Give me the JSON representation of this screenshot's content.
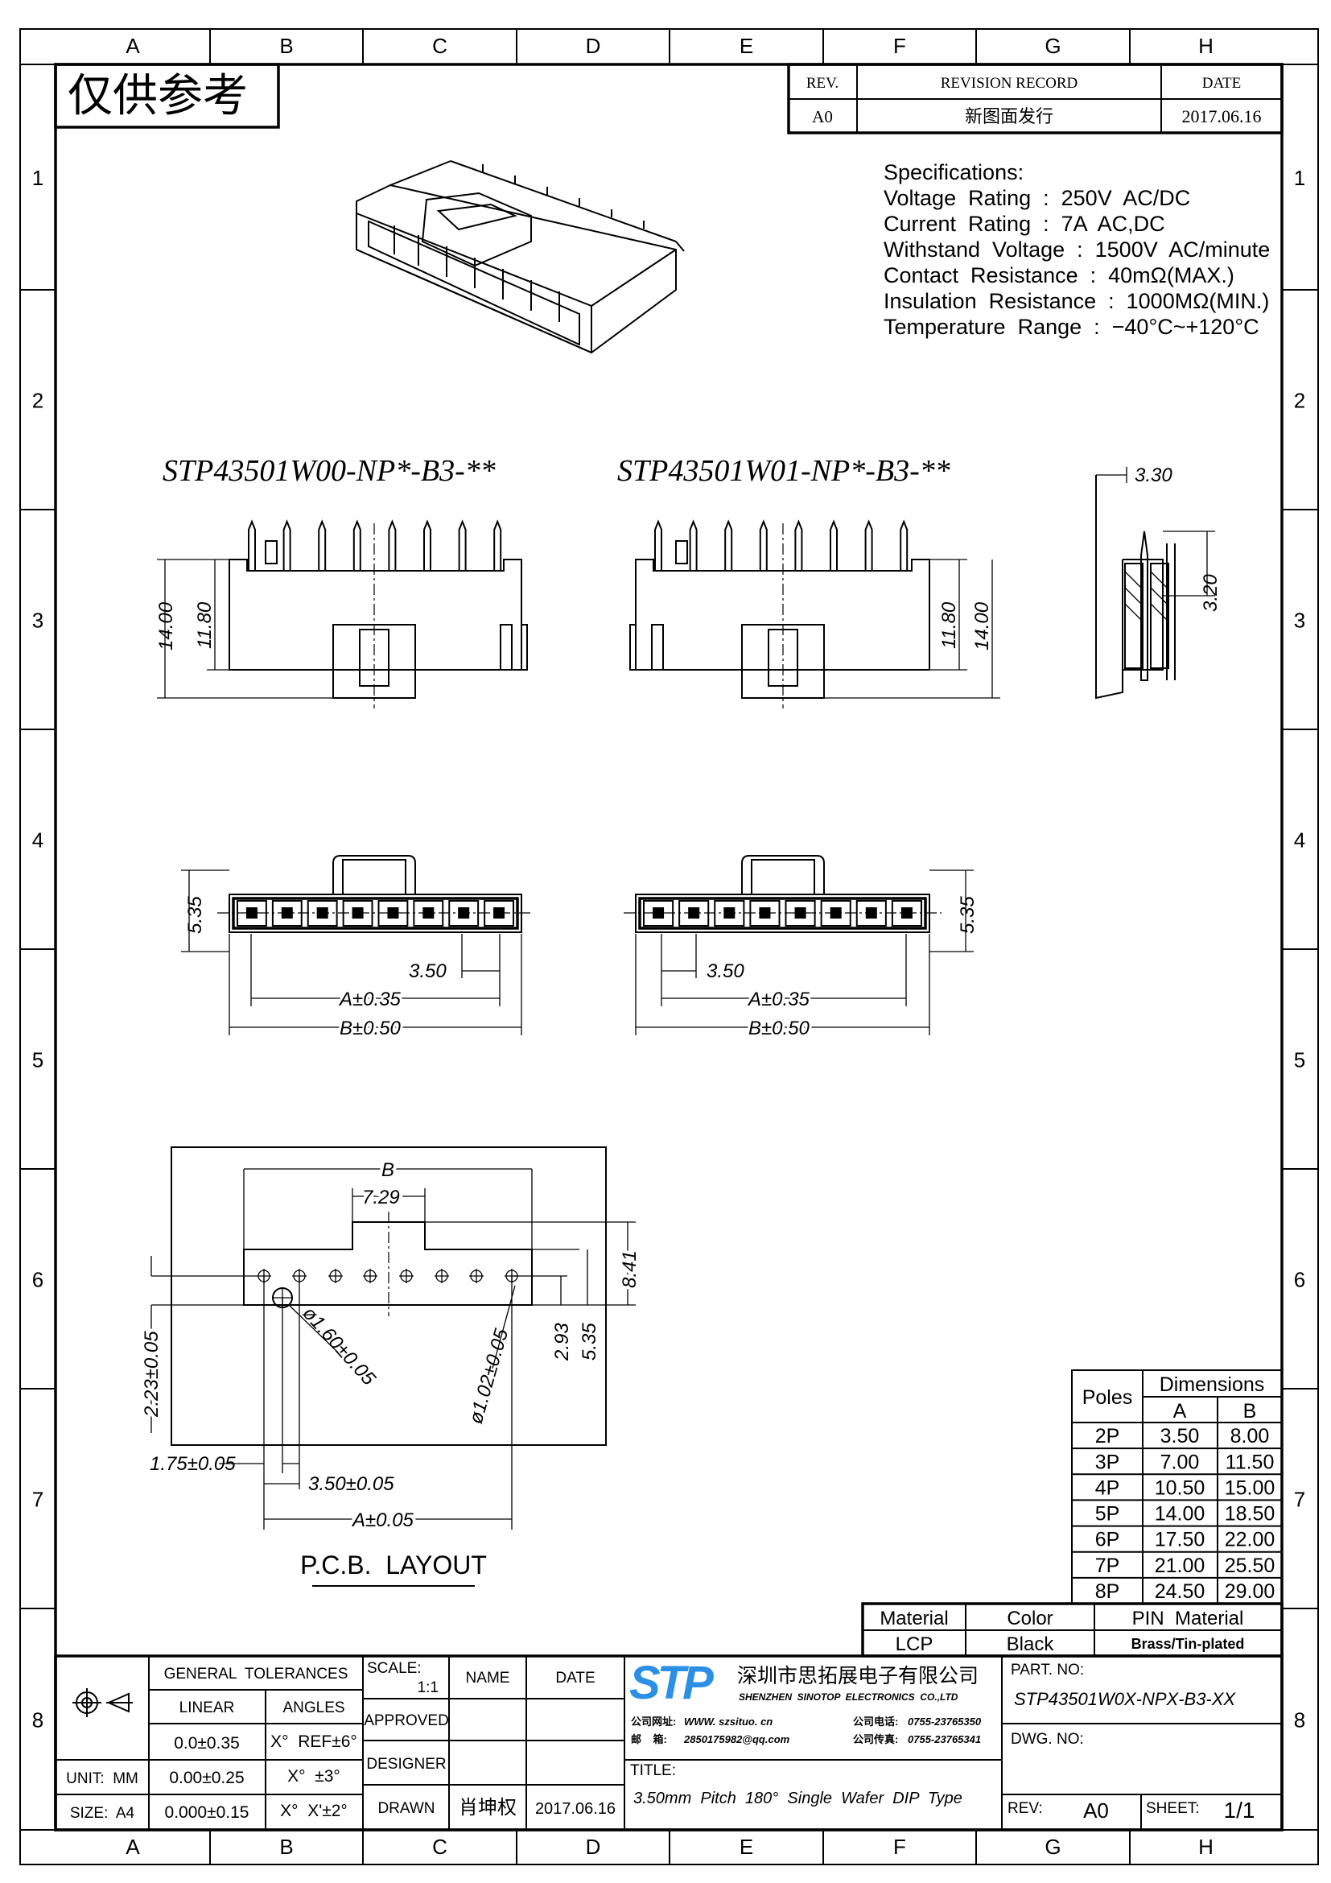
{
  "frame": {
    "columns": [
      "A",
      "B",
      "C",
      "D",
      "E",
      "F",
      "G",
      "H"
    ],
    "rows": [
      "1",
      "2",
      "3",
      "4",
      "5",
      "6",
      "7",
      "8"
    ]
  },
  "stamp": "仅供参考",
  "revision": {
    "headers": [
      "REV.",
      "REVISION RECORD",
      "DATE"
    ],
    "row": [
      "A0",
      "新图面发行",
      "2017.06.16"
    ]
  },
  "specs": [
    "Specifications:",
    "Voltage  Rating  :  250V  AC/DC",
    "Current  Rating  :  7A  AC,DC",
    "Withstand  Voltage  :  1500V  AC/minute",
    "Contact  Resistance  :  40mΩ(MAX.)",
    "Insulation  Resistance  :  1000MΩ(MIN.)",
    "Temperature  Range  :  −40°C~+120°C"
  ],
  "views": {
    "left_title": "STP43501W00-NP*-B3-**",
    "right_title": "STP43501W01-NP*-B3-**",
    "dim_14": "14.00",
    "dim_1180": "11.80",
    "side_330": "3.30",
    "side_320": "3.20",
    "dim_535": "5.35",
    "dim_350": "3.50",
    "dim_a": "A±0.35",
    "dim_b": "B±0.50"
  },
  "pcb": {
    "b": "B",
    "d729": "7.29",
    "d841": "8.41",
    "d535": "5.35",
    "d293": "2.93",
    "d223": "2.23±0.05",
    "hole_big": "ø1.60±0.05",
    "hole_small": "ø1.02±0.05",
    "d175": "1.75±0.05",
    "d350": "3.50±0.05",
    "a": "A±0.05",
    "title": "P.C.B.  LAYOUT"
  },
  "dimensions_table": {
    "poles_header": "Poles",
    "dims_header": "Dimensions",
    "col_a": "A",
    "col_b": "B",
    "rows": [
      [
        "2P",
        "3.50",
        "8.00"
      ],
      [
        "3P",
        "7.00",
        "11.50"
      ],
      [
        "4P",
        "10.50",
        "15.00"
      ],
      [
        "5P",
        "14.00",
        "18.50"
      ],
      [
        "6P",
        "17.50",
        "22.00"
      ],
      [
        "7P",
        "21.00",
        "25.50"
      ],
      [
        "8P",
        "24.50",
        "29.00"
      ]
    ]
  },
  "material_table": {
    "headers": [
      "Material",
      "Color",
      "PIN  Material"
    ],
    "values": [
      "LCP",
      "Black",
      "Brass/Tin-plated"
    ]
  },
  "title_block": {
    "general_tolerances": "GENERAL  TOLERANCES",
    "linear": "LINEAR",
    "angles": "ANGLES",
    "tol_rows": [
      [
        "0.0±0.35",
        "X°  REF±6°"
      ],
      [
        "0.00±0.25",
        "X°  ±3°"
      ],
      [
        "0.000±0.15",
        "X°  X'±2°"
      ]
    ],
    "unit": "UNIT:  MM",
    "size": "SIZE:  A4",
    "scale_label": "SCALE:",
    "scale_value": "1:1",
    "name": "NAME",
    "date": "DATE",
    "approved": "APPROVED",
    "designer": "DESIGNER",
    "drawn": "DRAWN",
    "drawn_name": "肖坤权",
    "drawn_date": "2017.06.16",
    "logo_text": "STP",
    "company_cn": "深圳市思拓展电子有限公司",
    "company_en": "SHENZHEN  SINOTOP  ELECTRONICS  CO.,LTD",
    "website_label": "公司网址:",
    "website": "WWW. szsituo. cn",
    "phone_label": "公司电话:",
    "phone": "0755-23765350",
    "email_label": "邮    箱:",
    "email": "2850175982@qq.com",
    "fax_label": "公司传真:",
    "fax": "0755-23765341",
    "title_label": "TITLE:",
    "title": "3.50mm  Pitch  180°  Single  Wafer  DIP  Type",
    "part_no_label": "PART. NO:",
    "part_no": "STP43501W0X-NPX-B3-XX",
    "dwg_no_label": "DWG. NO:",
    "rev_label": "REV:",
    "rev": "A0",
    "sheet_label": "SHEET:",
    "sheet": "1/1"
  },
  "colors": {
    "logo": "#2b8fe6",
    "line": "#000000"
  }
}
